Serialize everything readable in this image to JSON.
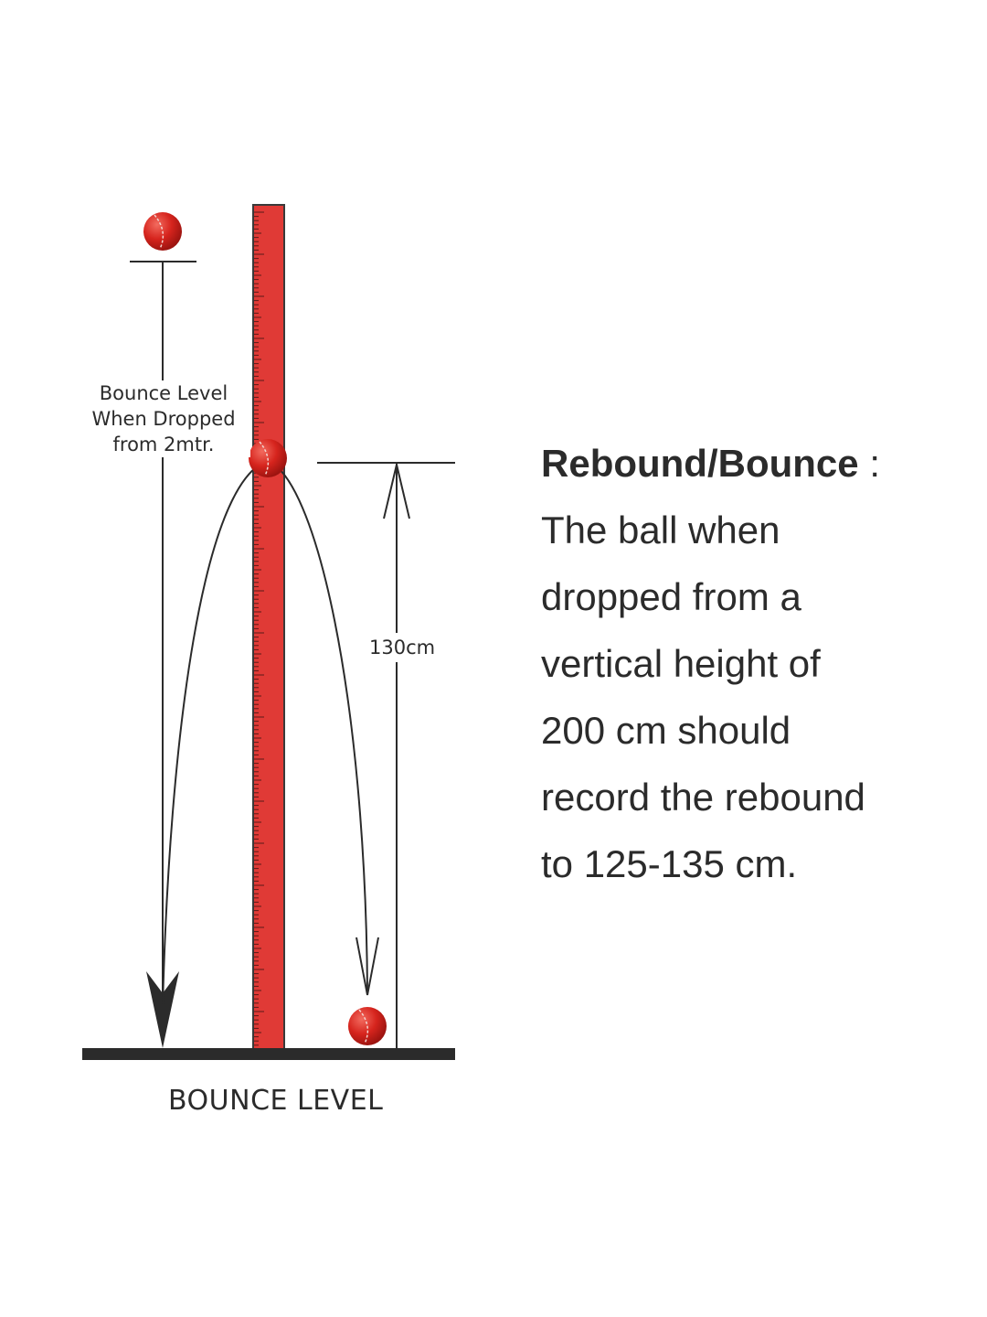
{
  "labels": {
    "drop_label": [
      "Bounce Level",
      "When Dropped",
      "from 2mtr."
    ],
    "measure_label": "130cm",
    "ground_label": "BOUNCE LEVEL"
  },
  "description": {
    "title": "Rebound/Bounce",
    "title_suffix": " :",
    "lines": [
      "The ball when",
      "dropped from a",
      "vertical height of",
      "200 cm should",
      "record the rebound",
      "to 125-135 cm."
    ]
  },
  "colors": {
    "ruler_red": "#e03a36",
    "ball_red": "#d6241d",
    "ink": "#2b2b2b"
  }
}
